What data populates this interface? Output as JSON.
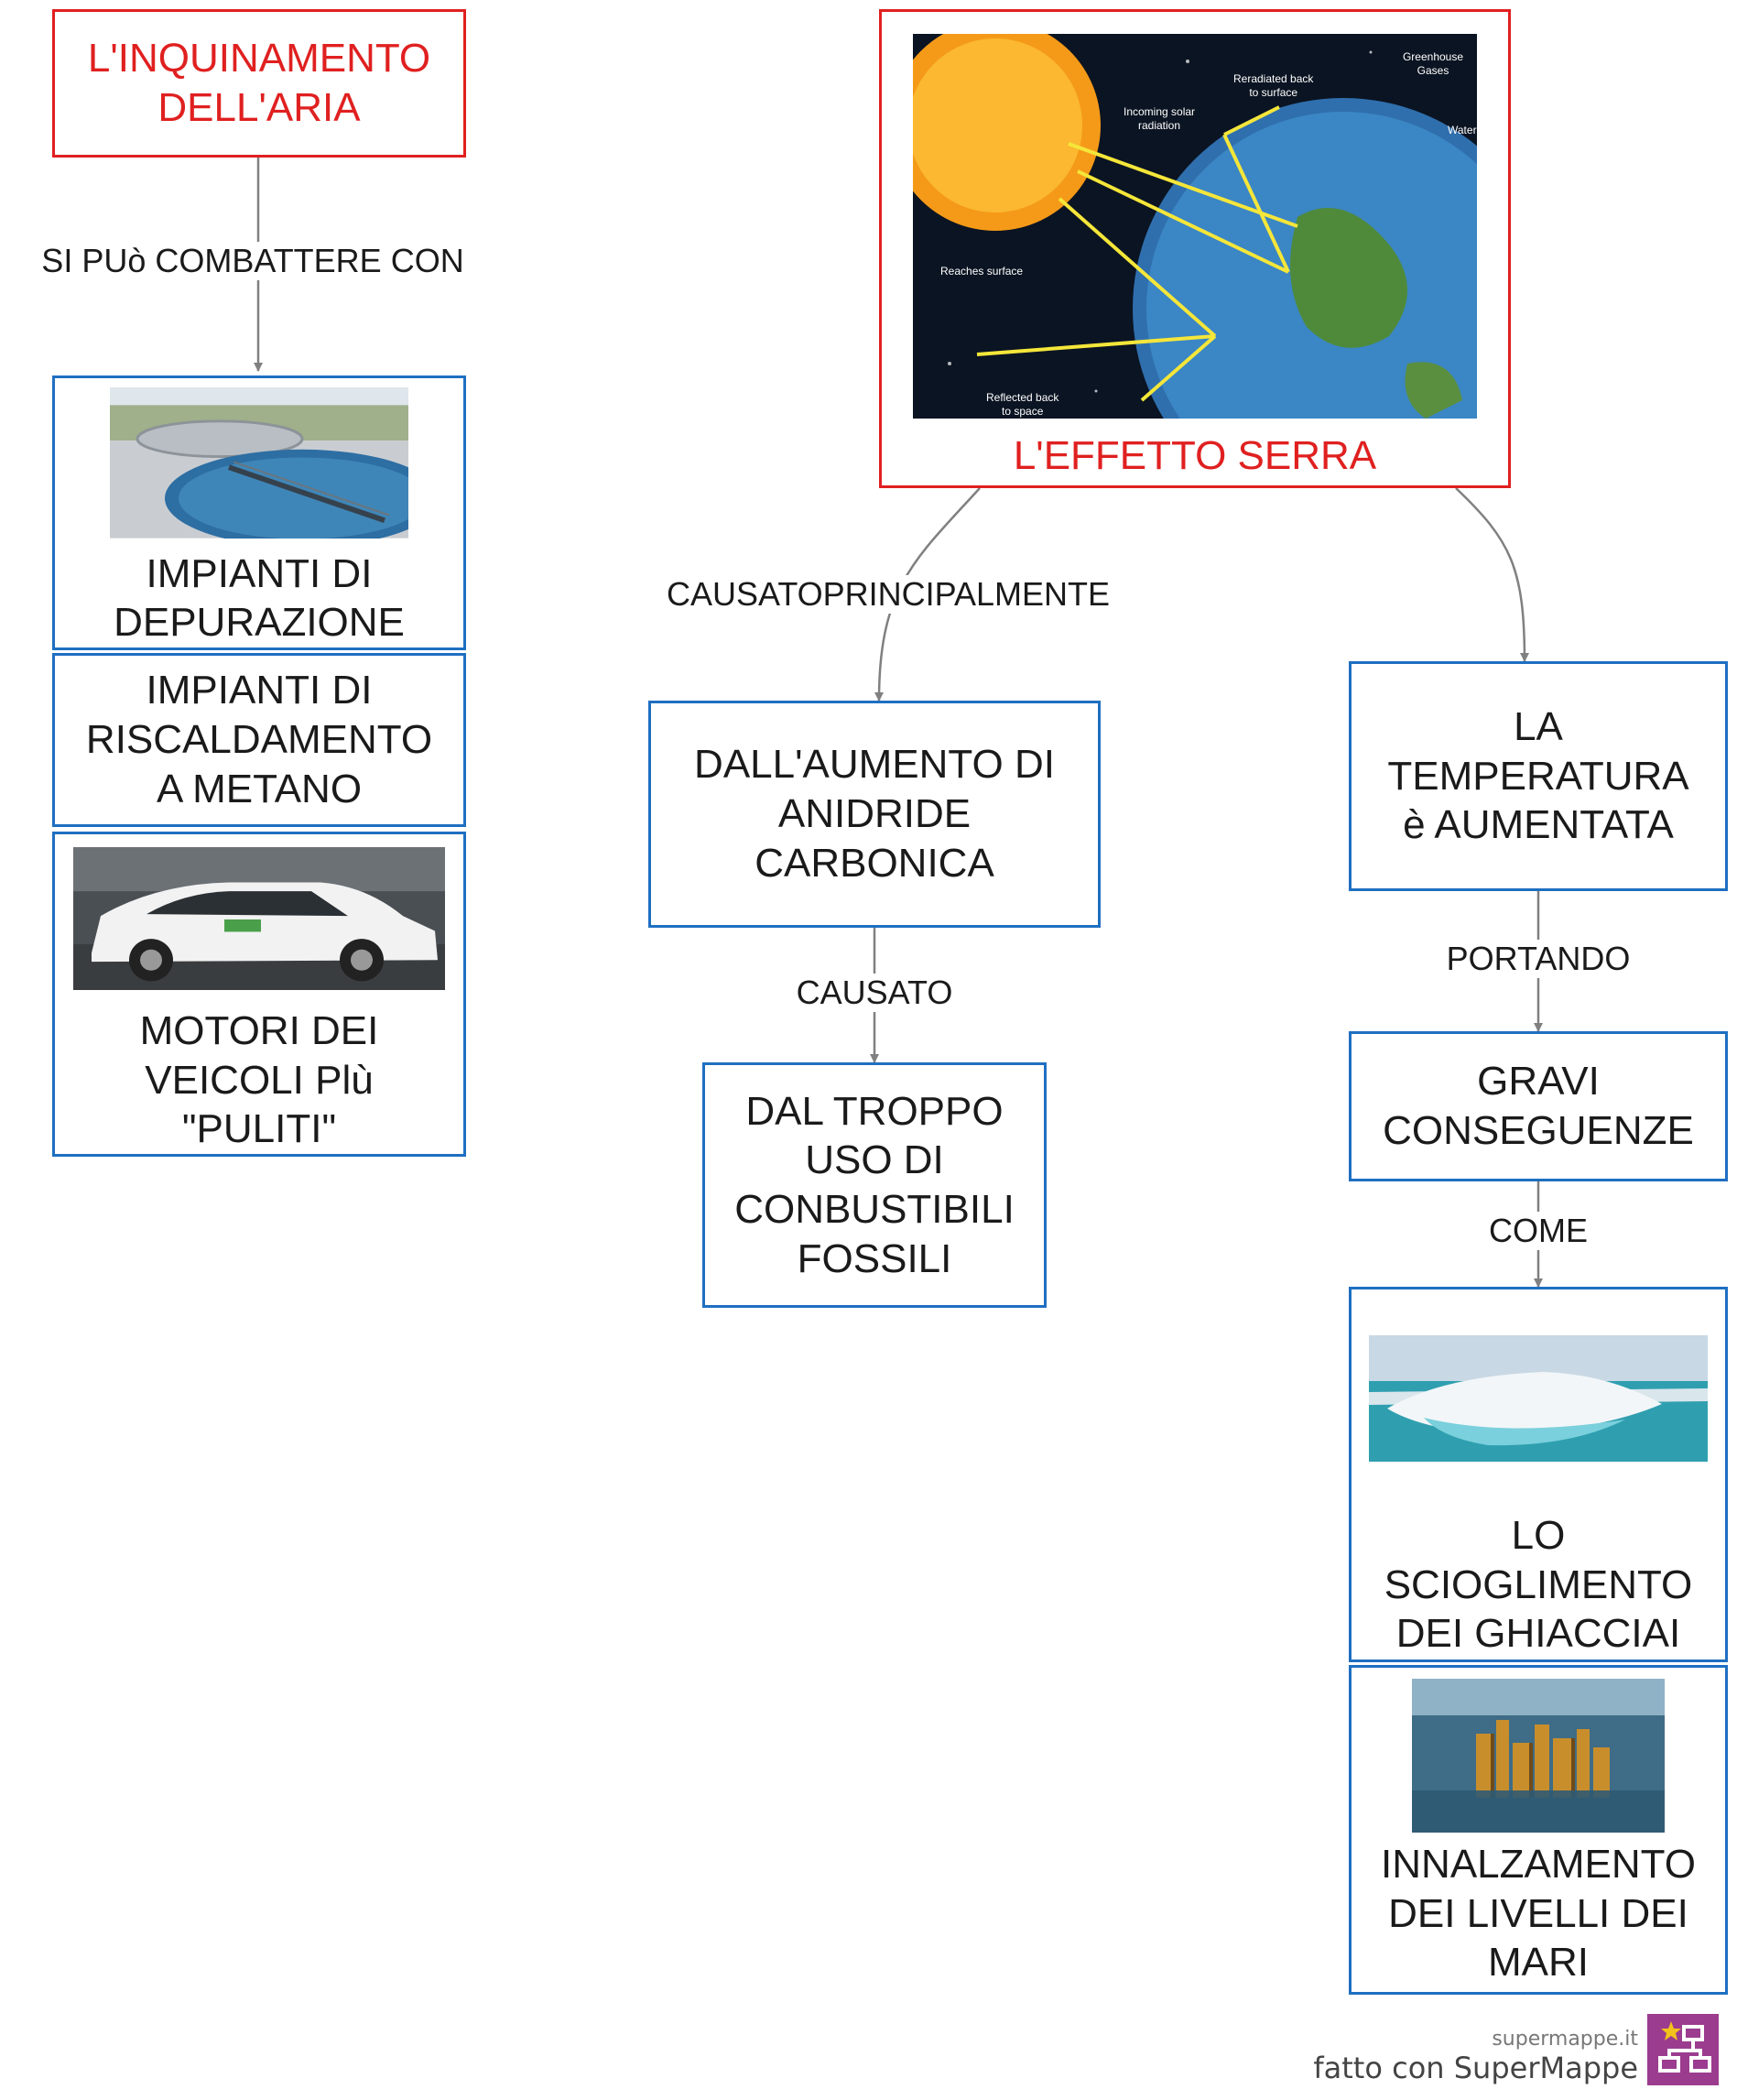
{
  "nodes": {
    "inquinamento": {
      "label": "L'INQUINAMENTO\nDELL'ARIA"
    },
    "depurazione": {
      "label": "IMPIANTI DI\nDEPURAZIONE",
      "image": "water-treatment-plant-photo"
    },
    "riscaldamento": {
      "label": "IMPIANTI DI\nRISCALDAMENTO\nA METANO"
    },
    "motori": {
      "label": "MOTORI DEI\nVEICOLI Plù\n\"PULITI\"",
      "image": "white-suv-car-photo"
    },
    "effetto_serra": {
      "label": "L'EFFETTO SERRA",
      "image": "greenhouse-effect-illustration",
      "image_text": [
        "Greenhouse Gases",
        "Reradiated back\nto surface",
        "Incoming solar\nradiation",
        "Reaches surface",
        "Reflected back\nto space",
        "Water"
      ]
    },
    "anidride": {
      "label": "DALL'AUMENTO DI\nANIDRIDE\nCARBONICA"
    },
    "combustibili": {
      "label": "DAL TROPPO\nUSO DI\nCONBUSTIBILI\nFOSSILI"
    },
    "temperatura": {
      "label": "LA\nTEMPERATURA\nè AUMENTATA"
    },
    "conseguenze": {
      "label": "GRAVI\nCONSEGUENZE"
    },
    "ghiacciai": {
      "label": "LO\nSCIOGLIMENTO\nDEI GHIACCIAI",
      "image": "melting-iceberg-photo"
    },
    "mari": {
      "label": "INNALZAMENTO\nDEI LIVELLI DEI\nMARI",
      "image": "flooded-city-photo"
    }
  },
  "links": {
    "si_puo": "SI PUò COMBATTERE CON",
    "causato_principalmente": "CAUSATOPRINCIPALMENTE",
    "causato": "CAUSATO",
    "portando": "PORTANDO",
    "come": "COME"
  },
  "footer": {
    "site": "supermappe.it",
    "credit": "fatto con SuperMappe"
  },
  "colors": {
    "node_border": "#1f6fc1",
    "root_border": "#e02020",
    "root_text": "#e02020",
    "arrow": "#808080",
    "logo": "#9b3c8f"
  }
}
